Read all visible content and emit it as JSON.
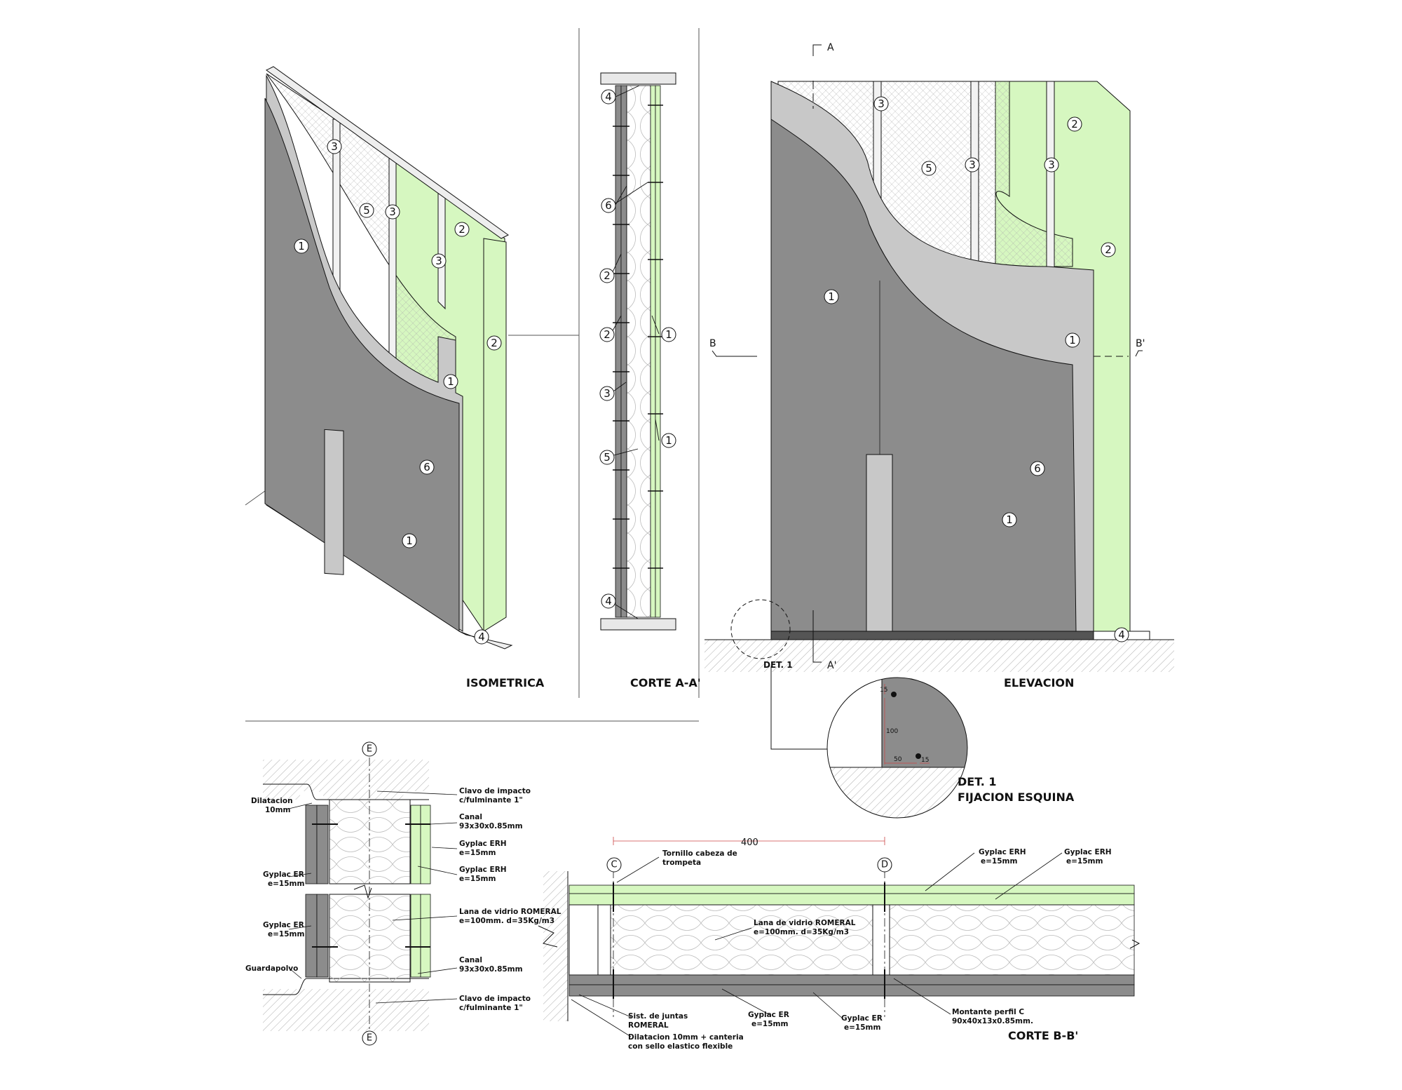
{
  "titles": {
    "iso": "ISOMETRICA",
    "corte_aa": "CORTE A-A'",
    "elevacion": "ELEVACION",
    "det1": "DET. 1",
    "det1_title": "FIJACION ESQUINA",
    "corte_bb": "CORTE B-B'"
  },
  "section_marks": {
    "a": "A",
    "a2": "A'",
    "b": "B",
    "b2": "B'",
    "c": "C",
    "d": "D",
    "e": "E"
  },
  "markers": {
    "m1": "1",
    "m2": "2",
    "m3": "3",
    "m4": "4",
    "m5": "5",
    "m6": "6"
  },
  "det1_dims": {
    "d15a": "15",
    "d100": "100",
    "d50": "50",
    "d15b": "15"
  },
  "dim_400": "400",
  "corte_ee_labels": {
    "dilatacion": [
      "Dilatacion",
      "10mm"
    ],
    "clavo_top": [
      "Clavo de impacto",
      "c/fulminante 1\""
    ],
    "canal_top": [
      "Canal",
      "93x30x0.85mm"
    ],
    "gyplac_erh_1": [
      "Gyplac ERH",
      "e=15mm"
    ],
    "gyplac_erh_2": [
      "Gyplac ERH",
      "e=15mm"
    ],
    "gyplac_er_1": [
      "Gyplac ER",
      "e=15mm"
    ],
    "lana": [
      "Lana de vidrio ROMERAL",
      "e=100mm. d=35Kg/m3"
    ],
    "gyplac_er_2": [
      "Gyplac ER",
      "e=15mm"
    ],
    "canal_bottom": [
      "Canal",
      "93x30x0.85mm"
    ],
    "guardapolvo": [
      "Guardapolvo"
    ],
    "clavo_bottom": [
      "Clavo de impacto",
      "c/fulminante 1\""
    ]
  },
  "corte_bb_labels": {
    "tornillo": [
      "Tornillo cabeza de",
      "trompeta"
    ],
    "gyplac_erh_1": [
      "Gyplac ERH",
      "e=15mm"
    ],
    "gyplac_erh_2": [
      "Gyplac ERH",
      "e=15mm"
    ],
    "lana": [
      "Lana de vidrio ROMERAL",
      "e=100mm. d=35Kg/m3"
    ],
    "sist_juntas": [
      "Sist. de juntas",
      "ROMERAL"
    ],
    "dilatacion": [
      "Dilatacion 10mm + canteria",
      "con sello elastico flexible"
    ],
    "gyplac_er_1": [
      "Gyplac ER",
      "e=15mm"
    ],
    "gyplac_er_2": [
      "Gyplac ER",
      "e=15mm"
    ],
    "montante": [
      "Montante perfil C",
      "90x40x13x0.85mm."
    ]
  },
  "colors": {
    "dark_board": "#8c8c8c",
    "light_board": "#c8c8c8",
    "green_board": "#d6f7c0",
    "stud": "#f2f2f2",
    "line": "#111111"
  }
}
